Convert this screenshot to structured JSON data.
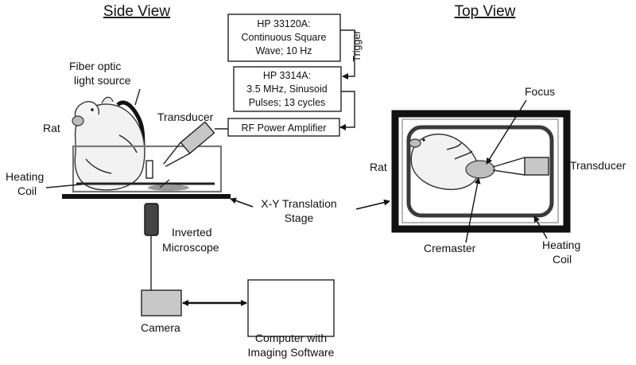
{
  "titles": {
    "side": "Side View",
    "top": "Top View"
  },
  "instruments": {
    "generator": [
      "HP 33120A:",
      "Continuous Square",
      "Wave; 10 Hz"
    ],
    "trigger": "Trigger",
    "pulser": [
      "HP 3314A:",
      "3.5 MHz, Sinusoid",
      "Pulses; 13 cycles"
    ],
    "amplifier": "RF Power Amplifier"
  },
  "side_labels": {
    "fiber": [
      "Fiber optic",
      "light source"
    ],
    "rat": "Rat",
    "transducer": "Transducer",
    "heating": [
      "Heating",
      "Coil"
    ],
    "microscope": [
      "Inverted",
      "Microscope"
    ],
    "camera": "Camera",
    "computer": [
      "Computer with",
      "Imaging Software"
    ]
  },
  "stage_label": [
    "X-Y Translation",
    "Stage"
  ],
  "top_labels": {
    "rat": "Rat",
    "focus": "Focus",
    "transducer": "Transducer",
    "cremaster": "Cremaster",
    "heating": [
      "Heating",
      "Coil"
    ]
  }
}
